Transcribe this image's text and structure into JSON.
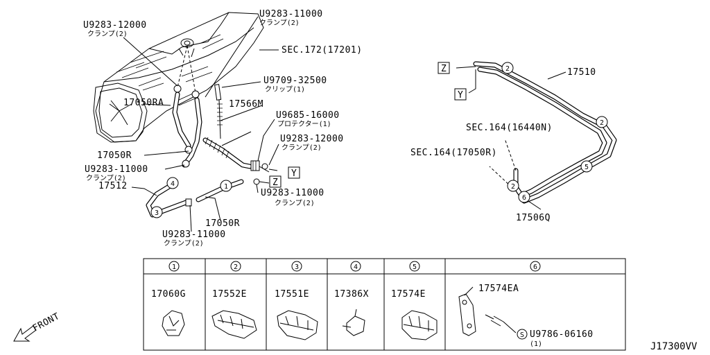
{
  "diagram_id": "J17300VV",
  "callouts": [
    {
      "part": "U9283-12000",
      "note": "クランプ(2)"
    },
    {
      "part": "U9283-11000",
      "note": "クランプ(2)"
    },
    {
      "part": "SEC.172(17201)"
    },
    {
      "part": "U9709-32500",
      "note": "クリップ(1)"
    },
    {
      "part": "17050RA"
    },
    {
      "part": "17566M"
    },
    {
      "part": "U9685-16000",
      "note": "プロテクター(1)"
    },
    {
      "part": "U9283-12000",
      "note": "クランプ(2)"
    },
    {
      "part": "17050R"
    },
    {
      "part": "U9283-11000",
      "note": "クランプ(2)"
    },
    {
      "part": "17512"
    },
    {
      "part": "U9283-11000",
      "note": "クランプ(2)"
    },
    {
      "part": "17050R"
    },
    {
      "part": "U9283-11000",
      "note": "クランプ(2)"
    },
    {
      "part": "17510"
    },
    {
      "part": "SEC.164(16440N)"
    },
    {
      "part": "SEC.164(17050R)"
    },
    {
      "part": "17506Q"
    }
  ],
  "connector_tags": [
    "Z",
    "Y",
    "Z",
    "Y"
  ],
  "circle_marks": [
    "4",
    "3",
    "1",
    "2",
    "2",
    "5",
    "2",
    "6"
  ],
  "legend": [
    {
      "num": "1",
      "part": "17060G"
    },
    {
      "num": "2",
      "part": "17552E"
    },
    {
      "num": "3",
      "part": "17551E"
    },
    {
      "num": "4",
      "part": "17386X"
    },
    {
      "num": "5",
      "part": "17574E"
    },
    {
      "num": "6",
      "part": "17574EA",
      "extra_part": "U9786-06160",
      "extra_qty": "(1)",
      "extra_mark": "S"
    }
  ],
  "front_label": "FRONT"
}
